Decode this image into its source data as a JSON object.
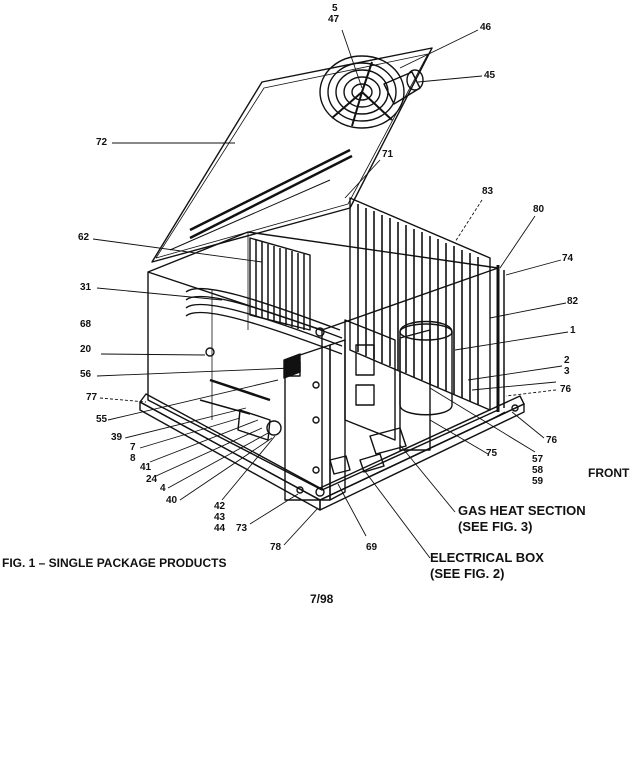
{
  "callouts": {
    "c5": "5",
    "c47": "47",
    "c46": "46",
    "c45": "45",
    "c72": "72",
    "c71": "71",
    "c83": "83",
    "c80": "80",
    "c74": "74",
    "c82": "82",
    "c1": "1",
    "c2": "2",
    "c3": "3",
    "c76a": "76",
    "c76b": "76",
    "c62": "62",
    "c31": "31",
    "c68": "68",
    "c20": "20",
    "c56": "56",
    "c77": "77",
    "c55": "55",
    "c39": "39",
    "c7": "7",
    "c8": "8",
    "c41": "41",
    "c24": "24",
    "c4": "4",
    "c40": "40",
    "c42": "42",
    "c43": "43",
    "c44": "44",
    "c73": "73",
    "c78": "78",
    "c69": "69",
    "c75": "75",
    "c57": "57",
    "c58": "58",
    "c59": "59"
  },
  "labels": {
    "front": "FRONT",
    "gas_heat_line1": "GAS HEAT SECTION",
    "gas_heat_line2": "(SEE FIG. 3)",
    "electrical_line1": "ELECTRICAL BOX",
    "electrical_line2": "(SEE FIG. 2)",
    "figure_caption": "FIG. 1 – SINGLE PACKAGE PRODUCTS",
    "date": "7/98"
  }
}
